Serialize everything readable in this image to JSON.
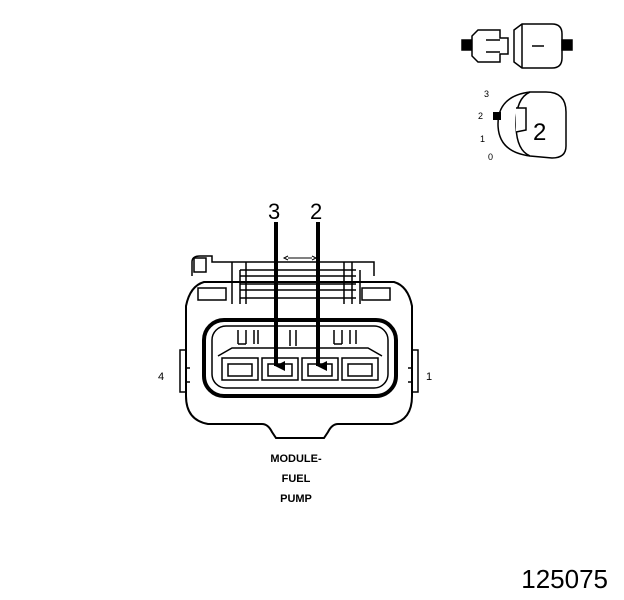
{
  "legend": {
    "position_numbers": [
      "3",
      "2",
      "1",
      "0"
    ],
    "selected_position": "2"
  },
  "callouts": {
    "left_arrow": "3",
    "right_arrow": "2"
  },
  "connector": {
    "pin_left": "4",
    "pin_right": "1"
  },
  "caption": {
    "line1": "MODULE-",
    "line2": "FUEL",
    "line3": "PUMP"
  },
  "document_number": "125075",
  "colors": {
    "ink": "#000000",
    "background": "#ffffff"
  }
}
